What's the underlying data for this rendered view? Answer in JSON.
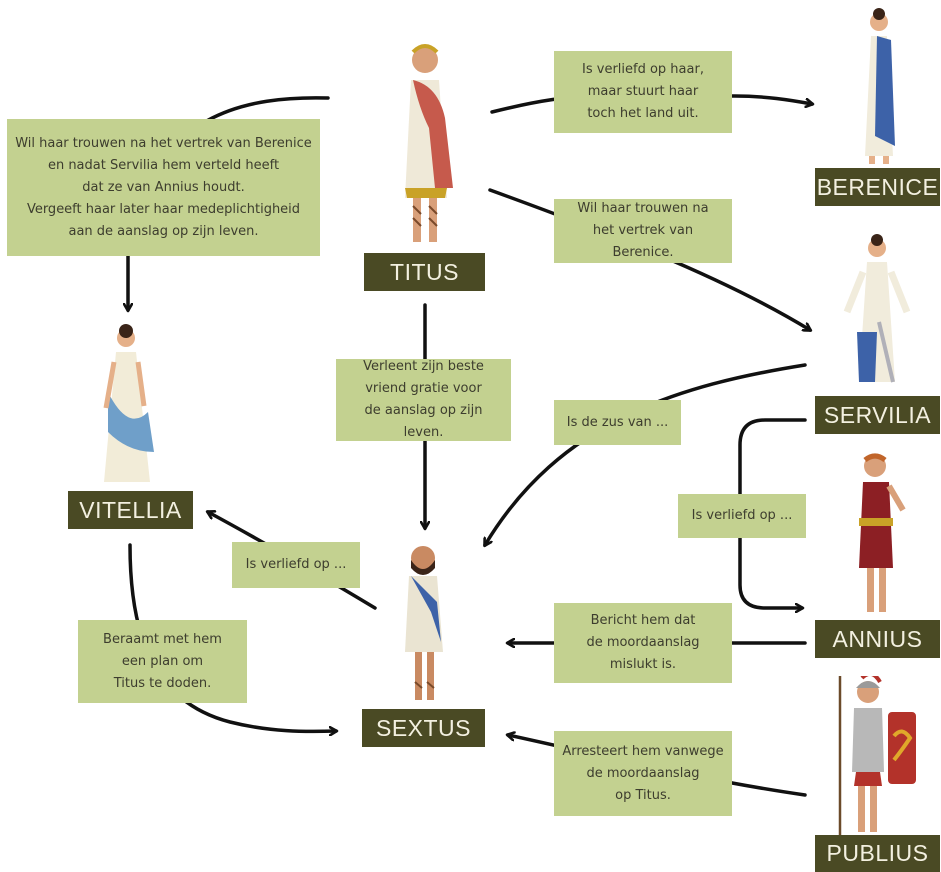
{
  "characters": {
    "titus": "TITUS",
    "berenice": "BERENICE",
    "servilia": "SERVILIA",
    "vitellia": "VITELLIA",
    "annius": "ANNIUS",
    "sextus": "SEXTUS",
    "publius": "PUBLIUS"
  },
  "relations": {
    "titus_vitellia": "Wil haar trouwen na het vertrek van Berenice\nen nadat Servilia hem verteld heeft\ndat ze van Annius houdt.\nVergeeft haar later haar medeplichtigheid\naan de aanslag op zijn leven.",
    "titus_berenice": "Is verliefd op haar,\nmaar stuurt haar\ntoch het land uit.",
    "titus_servilia": "Wil haar trouwen na\nhet vertrek van Berenice.",
    "titus_sextus": "Verleent zijn beste\nvriend gratie voor\nde aanslag op zijn leven.",
    "servilia_sextus": "Is de zus van ...",
    "servilia_annius": "Is verliefd op ...",
    "sextus_vitellia": "Is verliefd op ...",
    "vitellia_sextus": "Beraamt met hem\neen plan om\nTitus te doden.",
    "annius_sextus": "Bericht hem dat\nde moordaanslag\nmislukt is.",
    "publius_sextus": "Arresteert hem vanwege\nde moordaanslag\nop Titus."
  },
  "colors": {
    "box": "#c3d190",
    "name_box": "#4a4a24",
    "arrow": "#111111"
  }
}
